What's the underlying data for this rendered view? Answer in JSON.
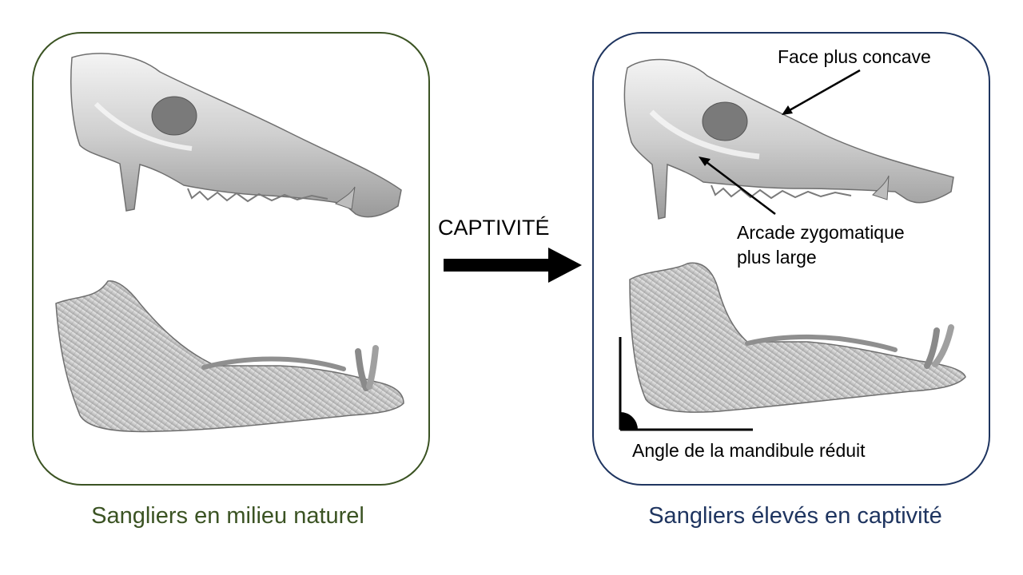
{
  "colors": {
    "natural": "#3b5323",
    "captive": "#1f3560",
    "arrow": "#000000"
  },
  "arrow": {
    "label": "CAPTIVITÉ"
  },
  "panels": {
    "natural": {
      "caption": "Sangliers en milieu naturel"
    },
    "captive": {
      "caption": "Sangliers élevés en captivité",
      "annotations": {
        "face": "Face plus concave",
        "zygomatic_line1": "Arcade zygomatique",
        "zygomatic_line2": "plus large",
        "mandible_angle": "Angle de la mandibule réduit"
      }
    }
  }
}
